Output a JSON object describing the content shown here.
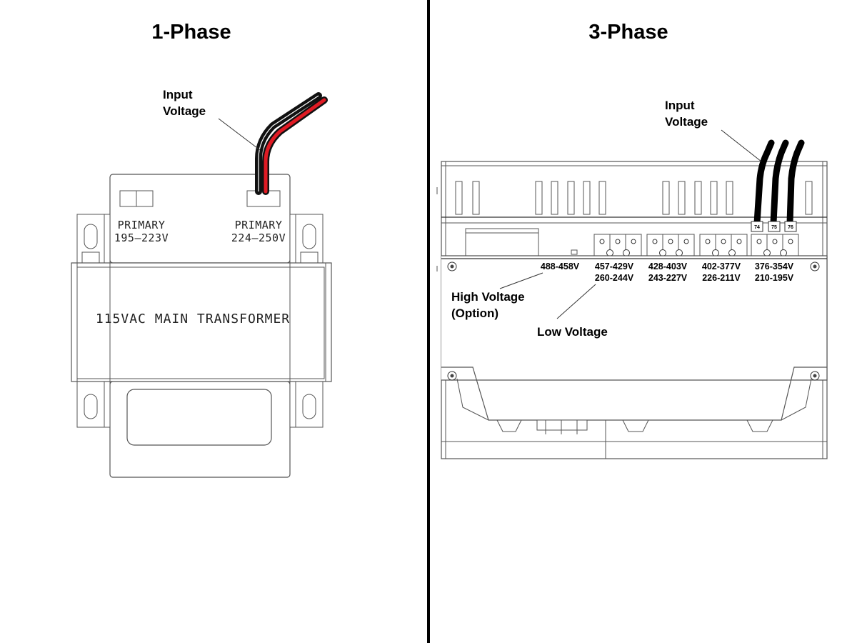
{
  "headings": {
    "left": "1-Phase",
    "right": "3-Phase"
  },
  "single_phase": {
    "input_label_line1": "Input",
    "input_label_line2": "Voltage",
    "primary_left_line1": "PRIMARY",
    "primary_left_line2": "195–223V",
    "primary_right_line1": "PRIMARY",
    "primary_right_line2": "224–250V",
    "transformer_label": "115VAC MAIN TRANSFORMER",
    "wire_colors": {
      "black": "#111111",
      "red": "#e01b24"
    }
  },
  "three_phase": {
    "input_label_line1": "Input",
    "input_label_line2": "Voltage",
    "wire_tags": [
      "74",
      "75",
      "76"
    ],
    "high_voltage_label_line1": "High Voltage",
    "high_voltage_label_line2": "(Option)",
    "low_voltage_label": "Low Voltage",
    "taps": [
      {
        "high": "488-458V",
        "low": ""
      },
      {
        "high": "457-429V",
        "low": "260-244V"
      },
      {
        "high": "428-403V",
        "low": "243-227V"
      },
      {
        "high": "402-377V",
        "low": "226-211V"
      },
      {
        "high": "376-354V",
        "low": "210-195V"
      }
    ]
  }
}
